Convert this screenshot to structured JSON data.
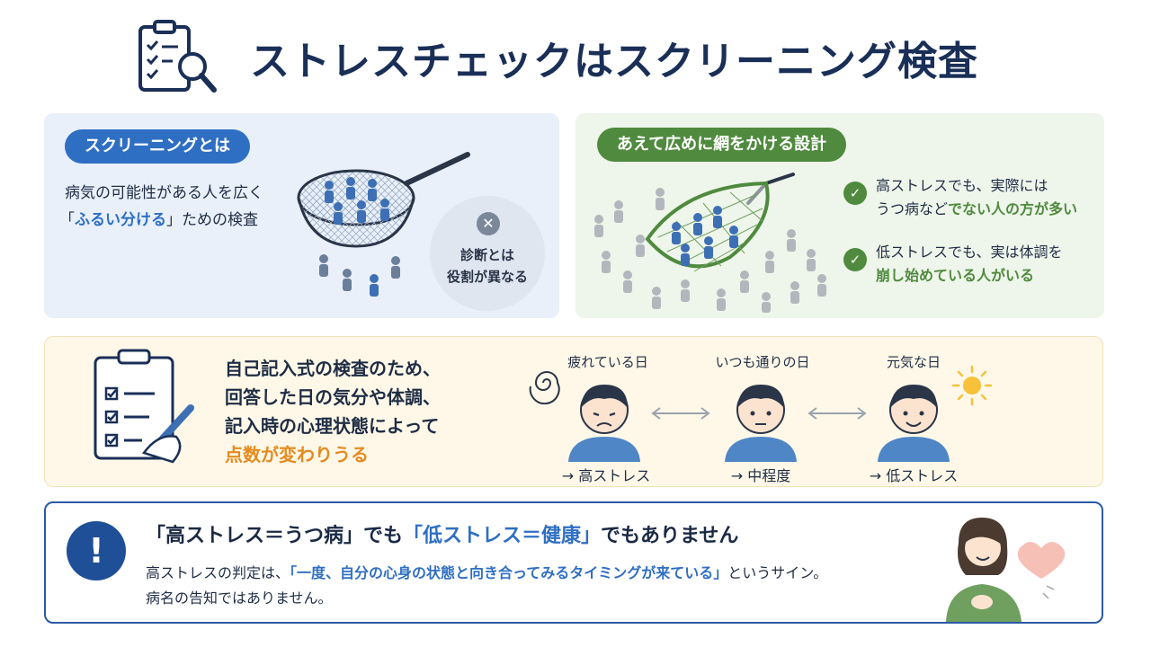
{
  "title": "ストレスチェックはスクリーニング検査",
  "screening": {
    "heading": "スクリーニングとは",
    "line1": "病気の可能性がある人を広く",
    "line2_open": "「",
    "line2_highlight": "ふるい分ける",
    "line2_close": "」ための検査",
    "diagnosis_line1": "診断とは",
    "diagnosis_line2": "役割が異なる"
  },
  "wide_net": {
    "heading": "あえて広めに網をかける設計",
    "point1_line1": "高ストレスでも、実際には",
    "point1_line2_plain": "うつ病など",
    "point1_line2_highlight": "でない人の方が多い",
    "point2_line1": "低ストレスでも、実は体調を",
    "point2_line2_highlight": "崩し始めている人がいる"
  },
  "self_report": {
    "line1": "自己記入式の検査のため、",
    "line2": "回答した日の気分や体調、",
    "line3": "記入時の心理状態によって",
    "line4_highlight": "点数が変わりうる",
    "faces": [
      {
        "label": "疲れている日",
        "result": "→ 高ストレス"
      },
      {
        "label": "いつも通りの日",
        "result": "→ 中程度"
      },
      {
        "label": "元気な日",
        "result": "→ 低ストレス"
      }
    ]
  },
  "notice": {
    "title_part1": "「高ストレス＝うつ病」でも",
    "title_part2": "「低ストレス＝健康」",
    "title_part3": "でもありません",
    "line1_plain": "高ストレスの判定は、",
    "line1_highlight": "「一度、自分の心身の状態と向き合ってみるタイミングが来ている」",
    "line1_tail": "というサイン。",
    "line2": "病名の告知ではありません。"
  },
  "colors": {
    "navy": "#1a2f57",
    "blue": "#2f6fc3",
    "green": "#4f8a3e",
    "orange": "#e68a1e"
  }
}
